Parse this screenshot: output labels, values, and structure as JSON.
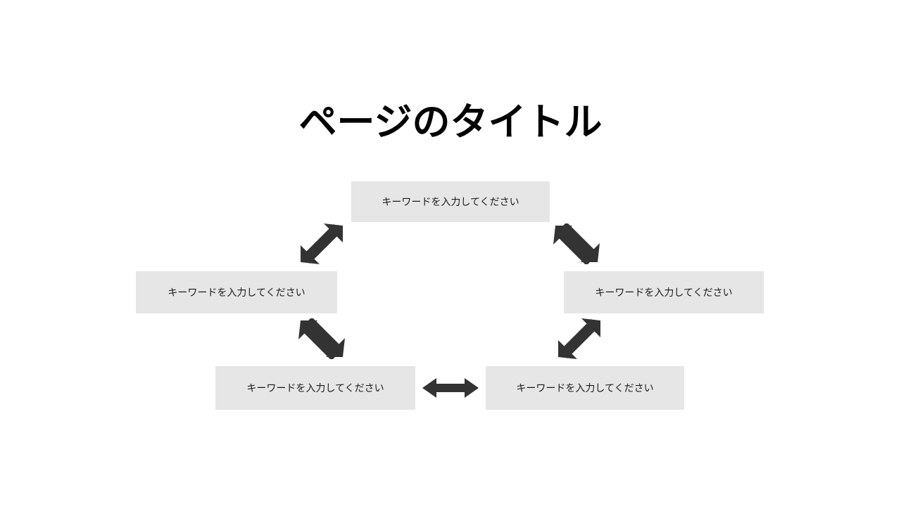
{
  "slide": {
    "title": "ページのタイトル",
    "background_color": "#ffffff",
    "title_color": "#000000"
  },
  "diagram": {
    "type": "cycle",
    "node_fill_color": "#e6e6e6",
    "node_text_color": "#1a1a1a",
    "arrow_color": "#333333",
    "nodes": [
      {
        "id": "top",
        "label": "キーワードを入力してください"
      },
      {
        "id": "left",
        "label": "キーワードを入力してください"
      },
      {
        "id": "right",
        "label": "キーワードを入力してください"
      },
      {
        "id": "bottom-left",
        "label": "キーワードを入力してください"
      },
      {
        "id": "bottom-right",
        "label": "キーワードを入力してください"
      }
    ],
    "connectors": [
      {
        "id": "upper-left",
        "icon": "double-arrow-ne-sw",
        "from": "left",
        "to": "top"
      },
      {
        "id": "upper-right",
        "icon": "double-arrow-nw-se",
        "from": "top",
        "to": "right"
      },
      {
        "id": "lower-left",
        "icon": "double-arrow-nw-se",
        "from": "left",
        "to": "bottom-left"
      },
      {
        "id": "lower-right",
        "icon": "double-arrow-ne-sw",
        "from": "bottom-right",
        "to": "right"
      },
      {
        "id": "bottom",
        "icon": "double-arrow-horizontal",
        "from": "bottom-left",
        "to": "bottom-right"
      }
    ]
  }
}
